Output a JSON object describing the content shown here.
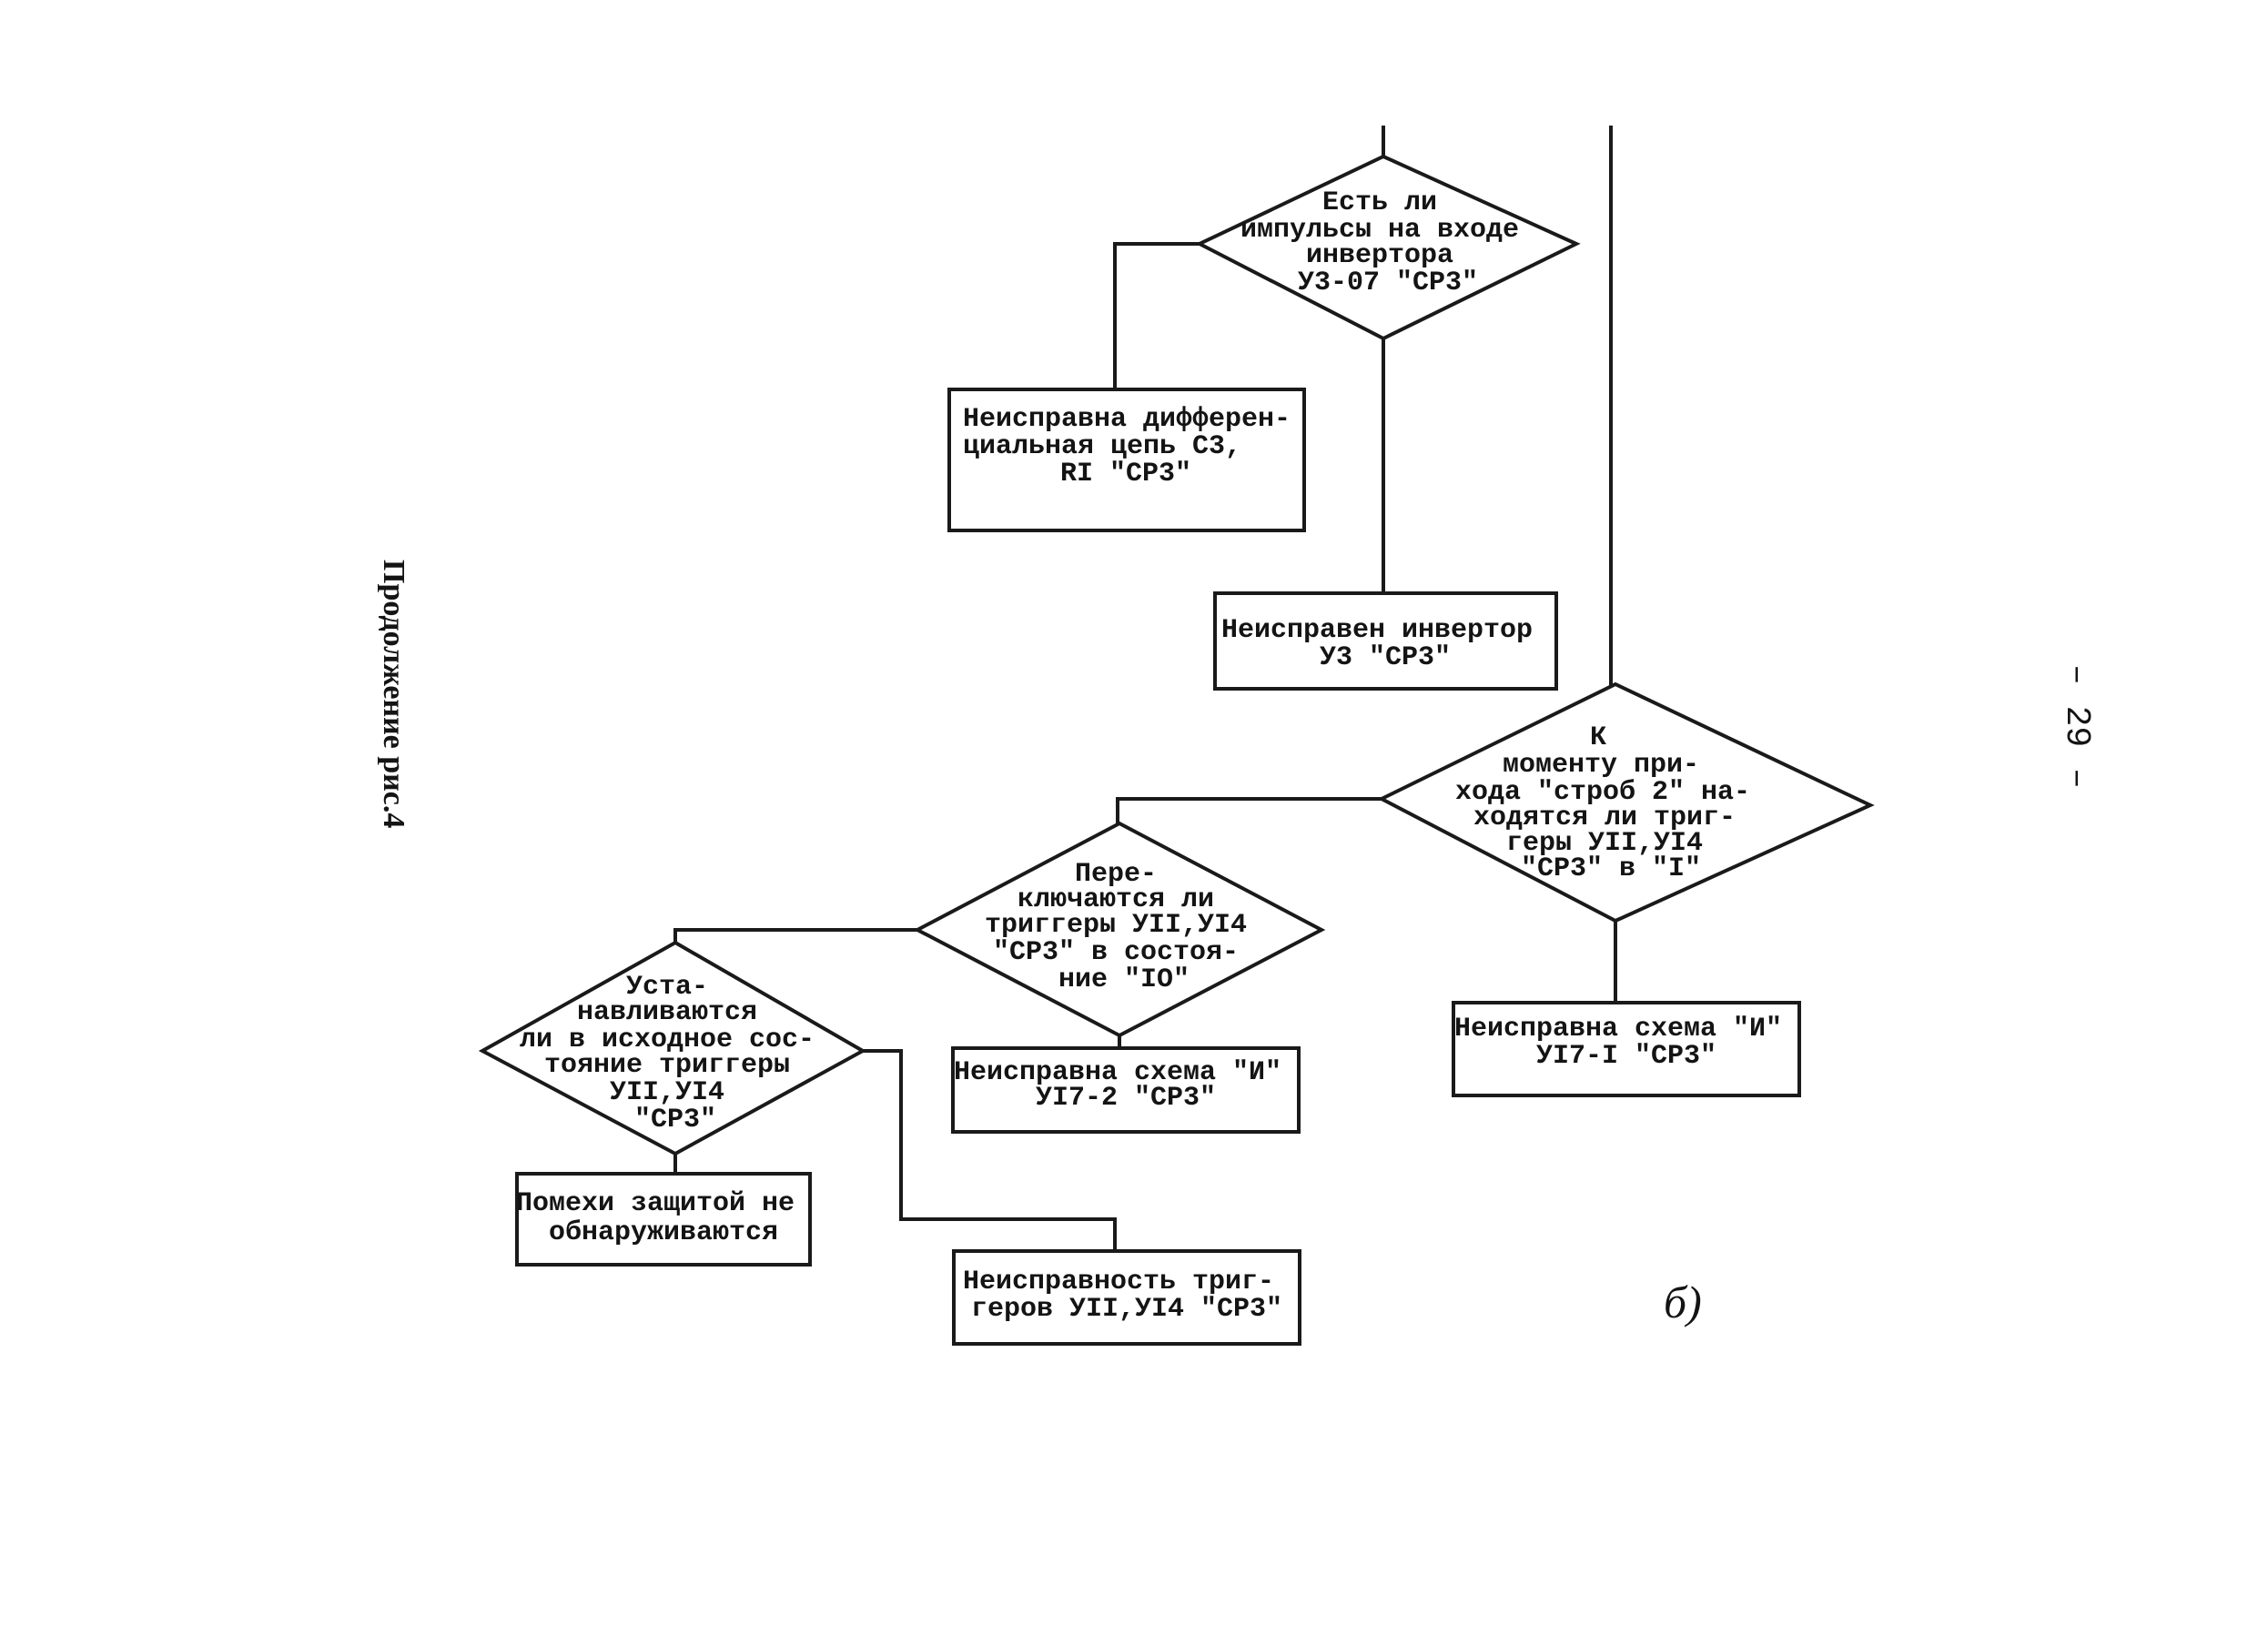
{
  "side_caption": "Продолжение рис.4",
  "page_number": "– 29 –",
  "figure_label": "б)",
  "nodes": {
    "d_inverter": {
      "lines": [
        "Есть ли",
        "импульсы на входе",
        "инвертора",
        "У3-07 \"СР3\""
      ]
    },
    "b_diff": {
      "lines": [
        "Неисправна дифферен-",
        "циальная цепь  С3,",
        "RI  \"СР3\""
      ]
    },
    "b_inverter": {
      "lines": [
        "Неисправен инвертор",
        "У3 \"СР3\""
      ]
    },
    "d_strob": {
      "lines": [
        "К",
        "моменту при-",
        "хода \"строб 2\" на-",
        "ходятся ли триг-",
        "геры УII,УI4",
        "\"СР3\" в \"I\""
      ]
    },
    "b_and1": {
      "lines": [
        "Неисправна схема \"И\"",
        "УI7-I \"СР3\""
      ]
    },
    "d_switch": {
      "lines": [
        "Пере-",
        "ключаются ли",
        "триггеры УII,УI4",
        "\"СР3\" в состоя-",
        "ние \"IO\""
      ]
    },
    "b_and2": {
      "lines": [
        "Неисправна схема \"И\"",
        "УI7-2 \"СР3\""
      ]
    },
    "d_reset": {
      "lines": [
        "Уста-",
        "навливаются",
        "ли в исходное сос-",
        "тояние триггеры",
        "УII,УI4",
        "\"СР3\""
      ]
    },
    "b_noise": {
      "lines": [
        "Помехи защитой не",
        "обнаруживаются"
      ]
    },
    "b_triggers": {
      "lines": [
        "Неисправность триг-",
        "геров УII,УI4 \"СР3\""
      ]
    }
  }
}
